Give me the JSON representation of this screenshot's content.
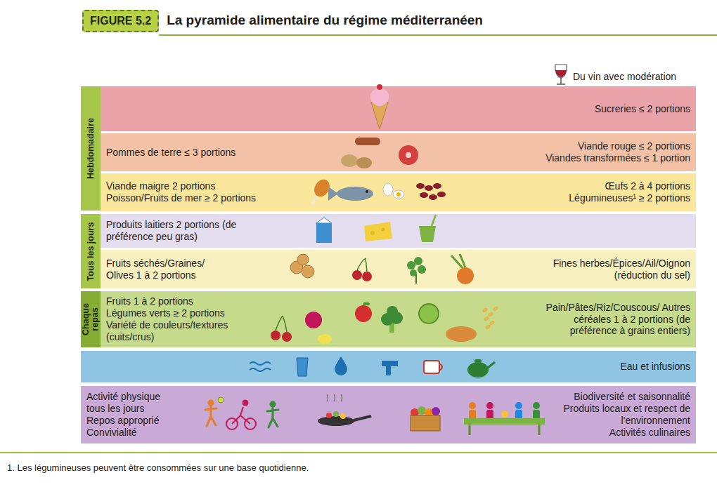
{
  "diagram": {
    "title": "La pyramide alimentaire du régime méditerranéen",
    "nodes": [
      {
        "text": [
          "FIGURE 5.2"
        ]
      },
      {
        "text": [
          "Hebdomadaire"
        ]
      },
      {
        "text": [
          "Sucreries ≤ 2 portions"
        ]
      },
      {
        "text": [
          "Pommes de terre ≤ 3 portions",
          "Viande rouge ≤ 2 portions",
          "Viandes transformées ≤ 1 portion"
        ]
      },
      {
        "text": [
          "Viande maigre 2 portions",
          "Poisson/Fruits de mer ≥ 2 portions",
          "Œufs 2 à 4 portions",
          "Légumineuses¹ ≥ 2 portions"
        ]
      },
      {
        "text": [
          "Tous les jours"
        ]
      },
      {
        "text": [
          "Produits laitiers 2 portions (de préférence peu gras)"
        ]
      },
      {
        "text": [
          "Fruits séchés/Graines/ Olives 1 à 2 portions",
          "Fines herbes/Épices/Ail/Oignon (réduction du sel)"
        ]
      },
      {
        "text": [
          "Chaque repas"
        ]
      },
      {
        "text": [
          "Fruits 1 à 2 portions",
          "Légumes verts ≥ 2 portions",
          "Variété de couleurs/textures (cuits/crus)",
          "Pain/Pâtes/Riz/Couscous/ Autres céréales 1 à 2 portions (de préférence à grains entiers)"
        ]
      },
      {
        "text": [
          "Eau et infusions"
        ]
      },
      {
        "text": [
          "Activité physique tous les jours",
          "Repos approprié",
          "Convivialité",
          "Biodiversité et saisonnalité",
          "Produits locaux et respect de l'environnement",
          "Activités culinaires"
        ]
      }
    ],
    "labels": [
      "Du vin avec modération",
      "1. Les légumineuses peuvent être consommées sur une base quotidienne."
    ]
  }
}
